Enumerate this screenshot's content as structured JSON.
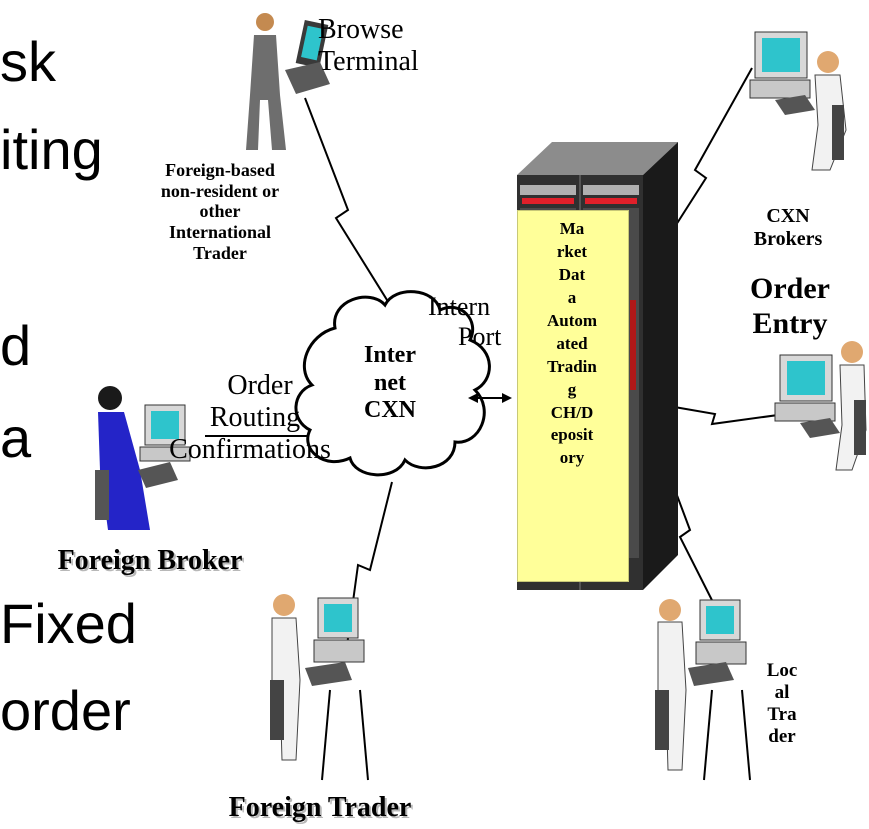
{
  "background_fragments": {
    "line1": "sk",
    "line2": "iting",
    "line3": "d",
    "line4": "a",
    "line5": "Fixed",
    "line6": "order"
  },
  "labels": {
    "browse_terminal": [
      "Browse",
      "Terminal"
    ],
    "foreign_based_trader": [
      "Foreign-based",
      "non-resident or",
      "other",
      "International",
      "Trader"
    ],
    "internet_port": [
      "Intern",
      "Port"
    ],
    "internet_cxn": [
      "Inter",
      "net",
      "CXN"
    ],
    "order_routing": [
      "Order",
      "Routing",
      "Confirmations"
    ],
    "foreign_broker": "Foreign Broker",
    "foreign_trader": "Foreign Trader",
    "cxn_brokers": [
      "CXN",
      "Brokers"
    ],
    "order_entry": [
      "Order",
      "Entry"
    ],
    "local_trader": [
      "Loc",
      "al",
      "Tra",
      "der"
    ]
  },
  "server_card": {
    "lines": [
      "Ma",
      "rket",
      "Dat",
      "a",
      "Autom",
      "ated",
      "Tradin",
      "g",
      "CH/D",
      "eposit",
      "ory"
    ]
  },
  "colors": {
    "card_fill": "#ffff99",
    "server_body": "#303030",
    "monitor_screen": "#2ec4cc",
    "suit": "#6e6e6e",
    "broker_dress": "#2424c8",
    "server_red": "#e0202a"
  },
  "icons": [
    "person-at-terminal-icon",
    "server-rack-icon",
    "cloud-icon",
    "double-arrow-icon"
  ]
}
